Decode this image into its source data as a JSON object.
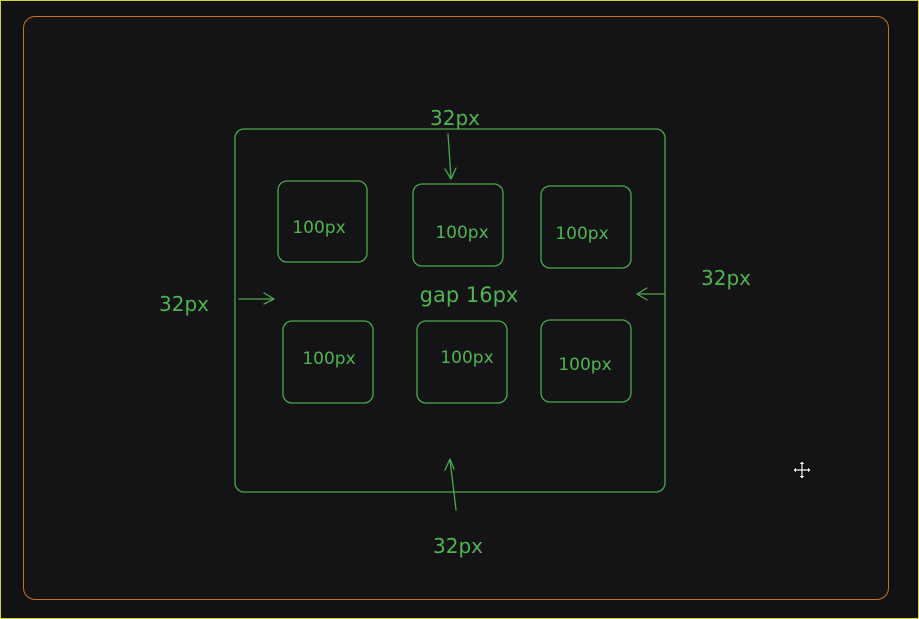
{
  "diagram": {
    "padding_label_top": "32px",
    "padding_label_left": "32px",
    "padding_label_right": "32px",
    "padding_label_bottom": "32px",
    "gap_label": "gap 16px",
    "boxes": [
      {
        "label": "100px"
      },
      {
        "label": "100px"
      },
      {
        "label": "100px"
      },
      {
        "label": "100px"
      },
      {
        "label": "100px"
      },
      {
        "label": "100px"
      }
    ]
  },
  "colors": {
    "background": "#121215",
    "frame_border": "#c8731e",
    "outer_border": "#d8d23a",
    "sketch_green": "#4fb54f"
  },
  "cursor": {
    "icon": "move-cursor-icon"
  }
}
